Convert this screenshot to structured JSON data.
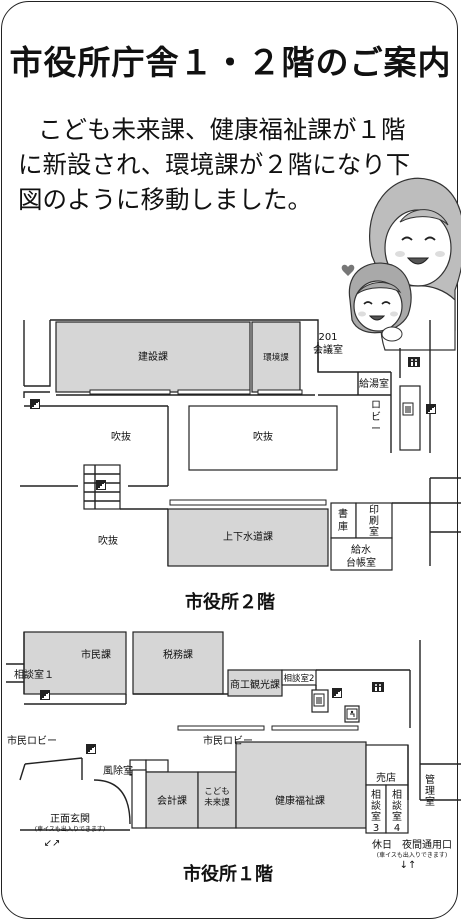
{
  "title": "市役所庁舎１・２階のご案内",
  "intro_lines": [
    "こども未来課、健康福祉課が１階",
    "に新設され、環境課が２階になり下",
    "図のように移動しました。"
  ],
  "floor2": {
    "caption": "市役所２階",
    "rooms": {
      "kensetsu": "建設課",
      "kankyo": "環境課",
      "kaigi_num": "201",
      "kaigi": "会議室",
      "kyuto": "給湯室",
      "fukinuke": "吹抜",
      "lobby": [
        "ロ",
        "ビ",
        "ー"
      ],
      "shoko": [
        "書",
        "庫"
      ],
      "insatsu": [
        "印",
        "刷",
        "室"
      ],
      "jogesuido": "上下水道課",
      "kyusui": [
        "給水",
        "台帳室"
      ]
    }
  },
  "floor1": {
    "caption": "市役所１階",
    "rooms": {
      "sodan1": "相談室１",
      "shimin": "市民課",
      "zeimu": "税務課",
      "shoko_kanko": "商工観光課",
      "sodan2": "相談室2",
      "shimin_lobby": "市民ロビー",
      "fujoshitsu": "風除室",
      "kaikei": "会計課",
      "kodomo": [
        "こども",
        "未来課"
      ],
      "kenko": "健康福祉課",
      "baiten": "売店",
      "sodan3": [
        "相",
        "談",
        "室",
        "3"
      ],
      "sodan4": [
        "相",
        "談",
        "室",
        "4"
      ],
      "kanri": [
        "管",
        "理",
        "室"
      ],
      "shomen": "正面玄関",
      "shomen_note": "(車イスも出入りできます)",
      "kyujitsu": "休日　夜間通用口",
      "kyujitsu_note": "(車イスも出入りできます)",
      "arrows_in_out_front": "↙↗",
      "arrows_in_out_night": "↓↑"
    }
  }
}
